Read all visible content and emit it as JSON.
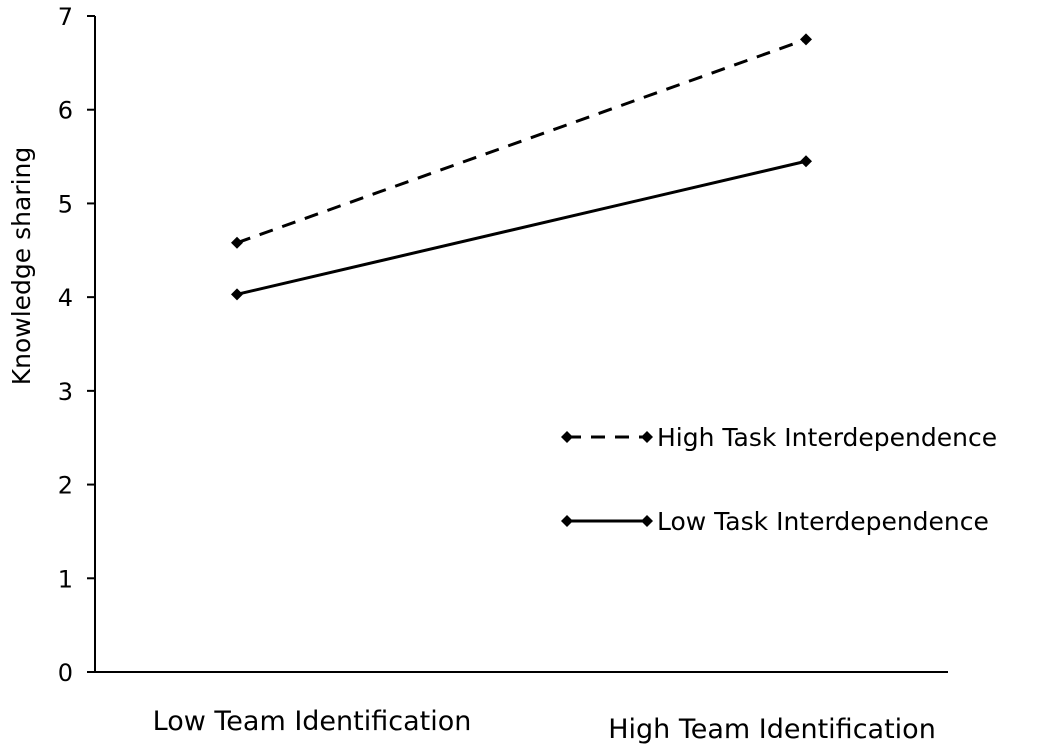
{
  "chart_data": {
    "type": "line",
    "categories": [
      "Low Team Identification",
      "High Team Identification"
    ],
    "series": [
      {
        "name": "High Task Interdependence",
        "values": [
          4.58,
          6.75
        ],
        "line_style": "dashed",
        "marker": "diamond",
        "color": "#000000"
      },
      {
        "name": "Low Task Interdependence",
        "values": [
          4.03,
          5.45
        ],
        "line_style": "solid",
        "marker": "diamond",
        "color": "#000000"
      }
    ],
    "title": "",
    "xlabel": "",
    "ylabel": "Knowledge sharing",
    "ylim": [
      0,
      7
    ],
    "yticks": [
      "0",
      "1",
      "2",
      "3",
      "4",
      "5",
      "6",
      "7"
    ],
    "grid": false,
    "legend_position": "right"
  }
}
